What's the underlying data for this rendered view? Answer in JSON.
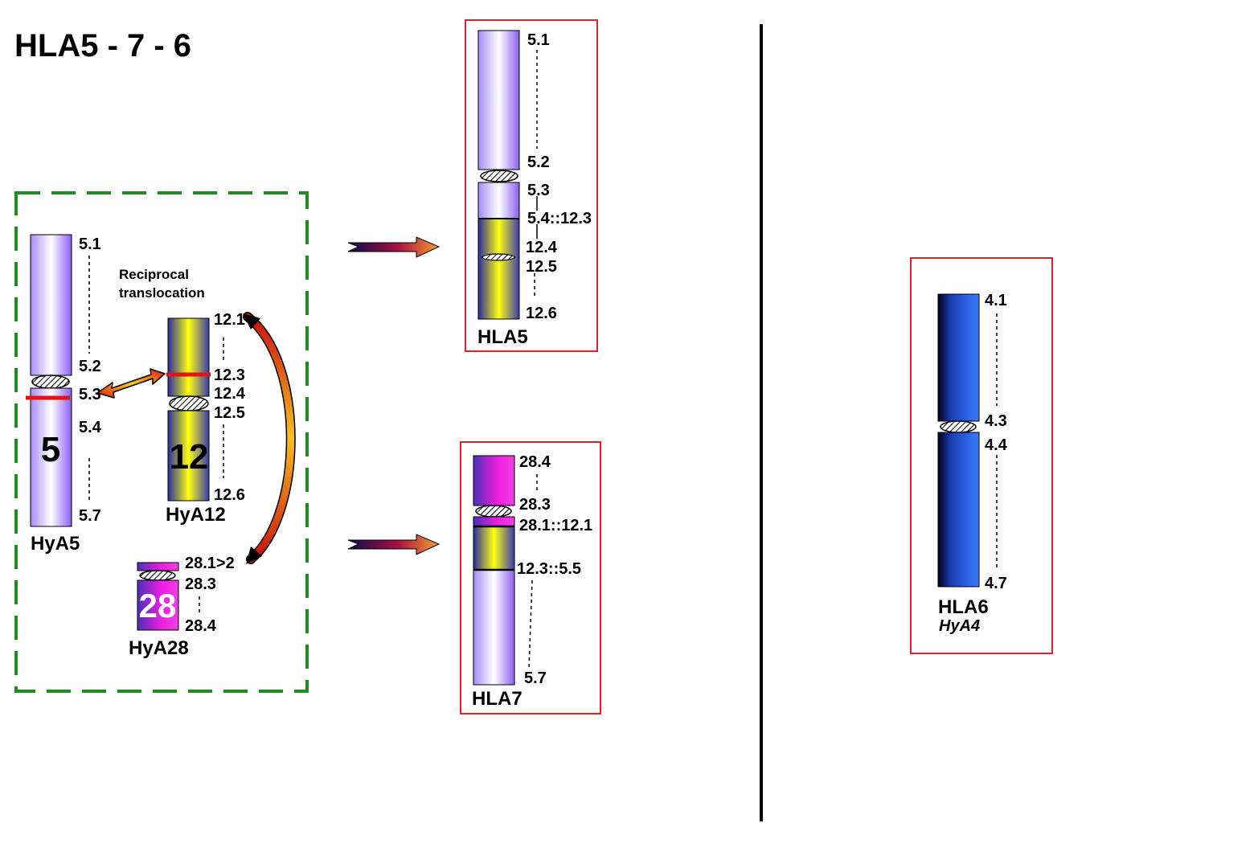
{
  "title": "HLA5  - 7 - 6",
  "translocation_box": {
    "note_line1": "Reciprocal",
    "note_line2": "translocation",
    "hya5": {
      "name": "HyA5",
      "number": "5",
      "bands": [
        "5.1",
        "5.2",
        "5.3",
        "5.4",
        "5.7"
      ]
    },
    "hya12": {
      "name": "HyA12",
      "number": "12",
      "bands": [
        "12.1",
        "12.3",
        "12.4",
        "12.5",
        "12.6"
      ]
    },
    "hya28": {
      "name": "HyA28",
      "number": "28",
      "bands": [
        "28.1>2",
        "28.3",
        "28.4"
      ]
    }
  },
  "hla5": {
    "name": "HLA5",
    "bands": [
      "5.1",
      "5.2",
      "5.3",
      "5.4::12.3",
      "12.4",
      "12.5",
      "12.6"
    ]
  },
  "hla7": {
    "name": "HLA7",
    "bands": [
      "28.4",
      "28.3",
      "28.1::12.1",
      "12.3::5.5",
      "5.7"
    ]
  },
  "hla6": {
    "name": "HLA6",
    "subtitle": "HyA4",
    "bands": [
      "4.1",
      "4.3",
      "4.4",
      "4.7"
    ]
  },
  "colors": {
    "hya5_fill": "#a58cf5",
    "hya12_fill": "#f5f51e",
    "hya28_fill": "#e81ed9",
    "hla6_fill": "#2e5fe6",
    "red_box": "#e0202a",
    "green_box": "#1e8c1e",
    "breakpoint": "#e81010"
  }
}
